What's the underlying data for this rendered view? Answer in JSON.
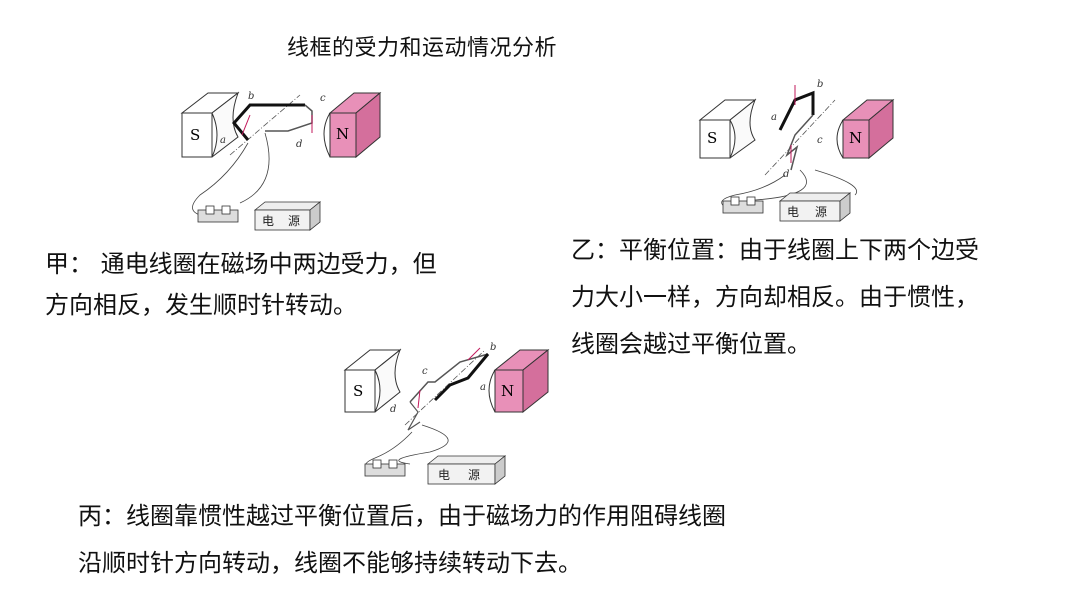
{
  "title": "线框的受力和运动情况分析",
  "magnets": {
    "south": "S",
    "north": "N",
    "north_color": "#e890b8"
  },
  "wire_labels": {
    "a": "a",
    "b": "b",
    "c": "c",
    "d": "d"
  },
  "power_supply": {
    "left": "电",
    "right": "源"
  },
  "descriptions": {
    "jia": [
      "甲： 通电线圈在磁场中两边受力，但",
      "方向相反，发生顺时针转动。"
    ],
    "yi": [
      "乙：平衡位置：由于线圈上下两个边受",
      "力大小一样，方向却相反。由于惯性，",
      "线圈会越过平衡位置。"
    ],
    "bing": [
      "丙：线圈靠惯性越过平衡位置后，由于磁场力的作用阻碍线圈",
      "沿顺时针方向转动，线圈不能够持续转动下去。"
    ]
  }
}
